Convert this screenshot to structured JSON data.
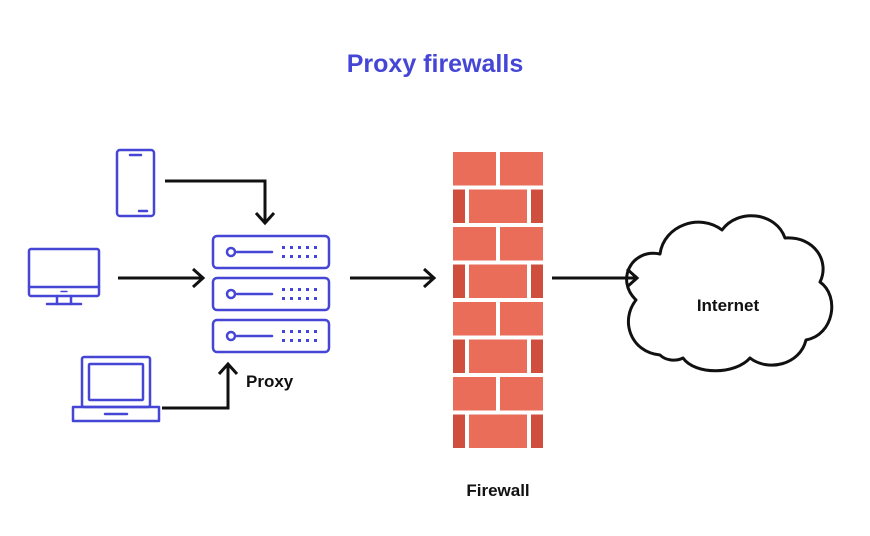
{
  "title": "Proxy firewalls",
  "nodes": {
    "phone": {
      "icon": "smartphone-icon"
    },
    "desktop": {
      "icon": "desktop-monitor-icon"
    },
    "laptop": {
      "icon": "laptop-icon"
    },
    "proxy": {
      "label": "Proxy",
      "icon": "server-rack-icon"
    },
    "firewall": {
      "label": "Firewall",
      "icon": "brick-wall-icon"
    },
    "internet": {
      "label": "Internet",
      "icon": "cloud-icon"
    }
  },
  "edges": [
    {
      "from": "phone",
      "to": "proxy"
    },
    {
      "from": "desktop",
      "to": "proxy"
    },
    {
      "from": "laptop",
      "to": "proxy"
    },
    {
      "from": "proxy",
      "to": "firewall"
    },
    {
      "from": "firewall",
      "to": "internet"
    }
  ],
  "colors": {
    "accent": "#4646d6",
    "brick_light": "#ea6d5a",
    "brick_dark": "#d04e3e",
    "mortar": "#ffffff",
    "arrow": "#111111"
  }
}
